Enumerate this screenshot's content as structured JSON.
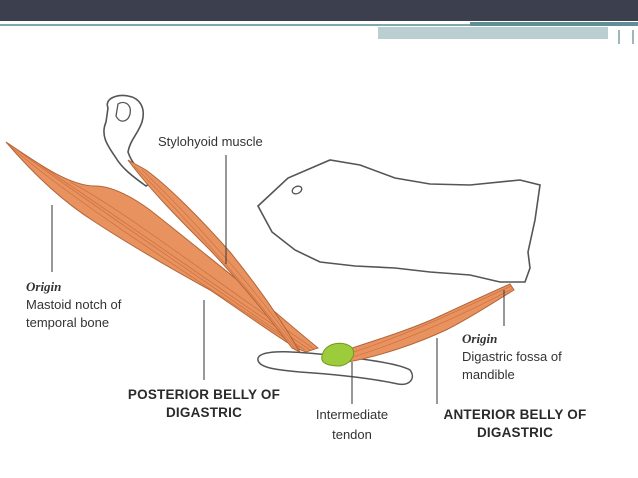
{
  "labels": {
    "stylohyoid": "Stylohyoid muscle",
    "origin_left_title": "Origin",
    "origin_left_line1": "Mastoid notch of",
    "origin_left_line2": "temporal bone",
    "posterior_line1": "POSTERIOR BELLY OF",
    "posterior_line2": "DIGASTRIC",
    "intermediate_line1": "Intermediate",
    "intermediate_line2": "tendon",
    "anterior_line1": "ANTERIOR BELLY OF",
    "anterior_line2": "DIGASTRIC",
    "origin_right_title": "Origin",
    "origin_right_line1": "Digastric fossa of",
    "origin_right_line2": "mandible"
  },
  "colors": {
    "muscle": "#e8935f",
    "muscle_stripe": "#c96b3a",
    "tendon": "#9ccc3c",
    "outline": "#555555",
    "header": "#3b3f4e",
    "accent": "#7fa9ad"
  }
}
